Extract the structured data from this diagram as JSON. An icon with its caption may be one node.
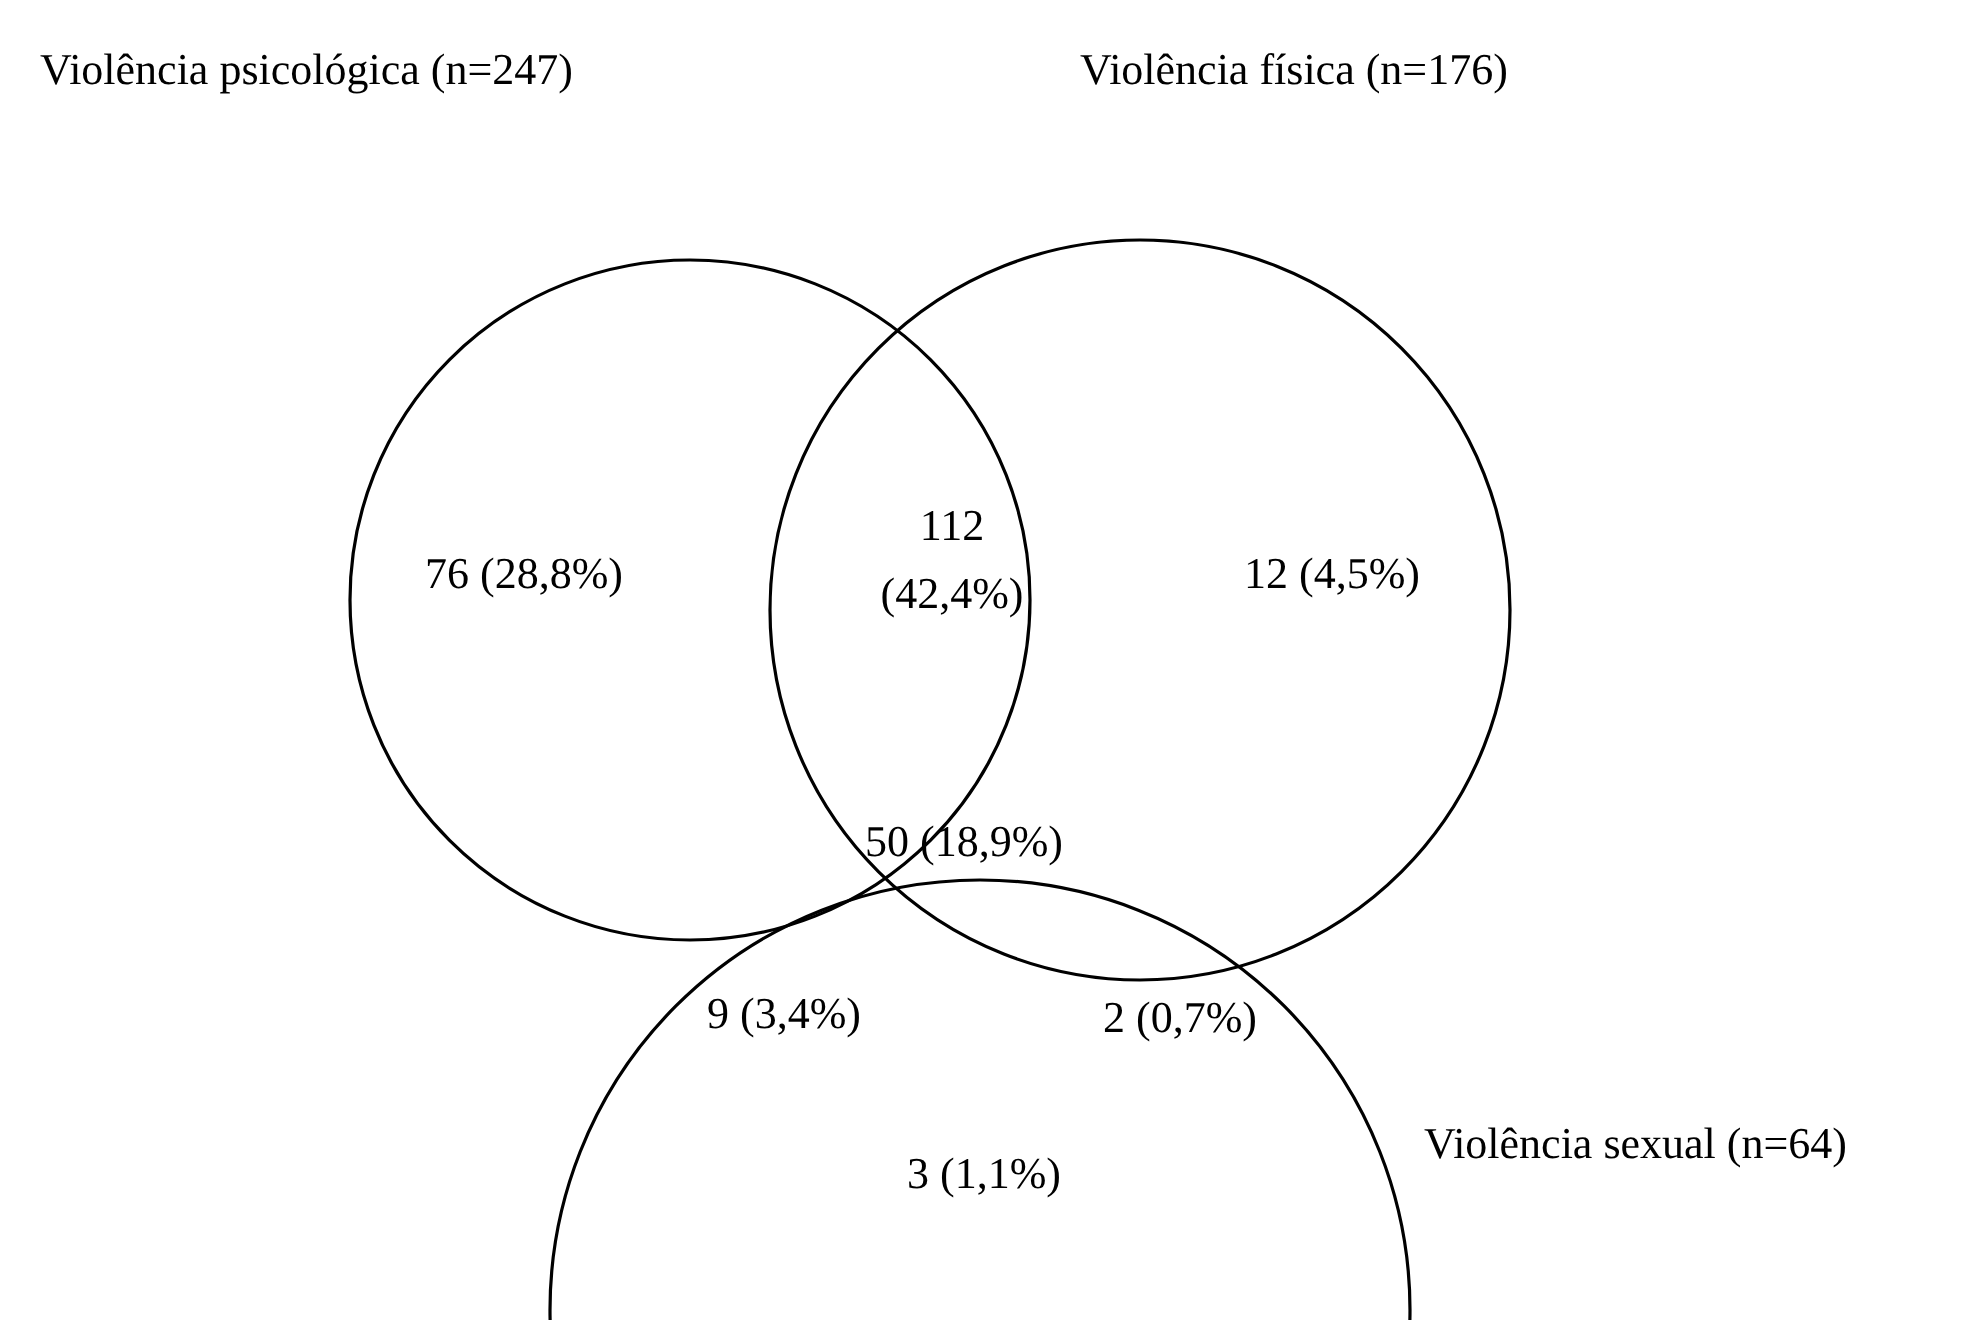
{
  "diagram": {
    "nodes": [
      {
        "text": [
          "Violência psicológica (n=247)"
        ]
      },
      {
        "text": [
          "Violência física (n=176)"
        ]
      },
      {
        "text": [
          "Violência sexual (n=64)"
        ]
      }
    ],
    "labels": [
      "76 (28,8%)",
      "112 (42,4%)",
      "12 (4,5%)",
      "50 (18,9%)",
      "9 (3,4%)",
      "2 (0,7%)",
      "3 (1,1%)"
    ]
  }
}
